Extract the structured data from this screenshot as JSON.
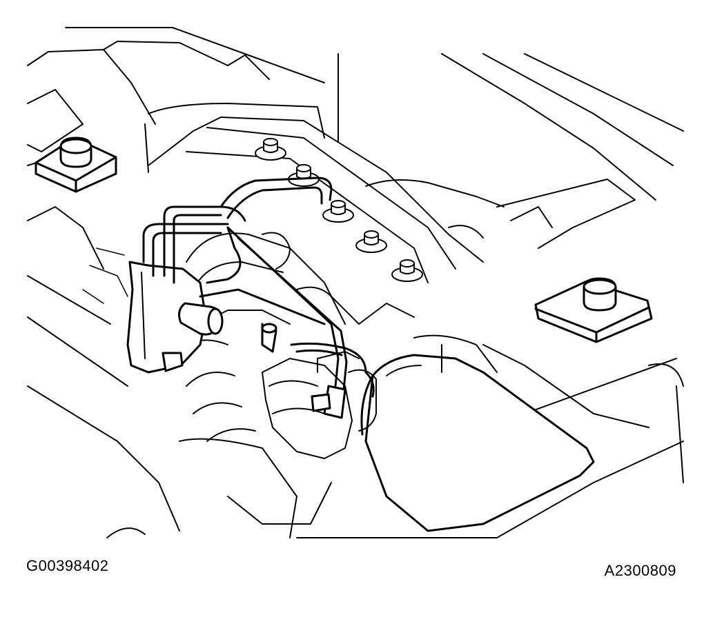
{
  "figure": {
    "left_code": "G00398402",
    "right_code": "A2300809"
  },
  "components": [
    "vacuum-line-tube",
    "vsv-canister",
    "intake-manifold",
    "throttle-body",
    "air-intake-hose",
    "strut-mount-left",
    "strut-mount-right",
    "cylinder-head-cover-bolt"
  ]
}
